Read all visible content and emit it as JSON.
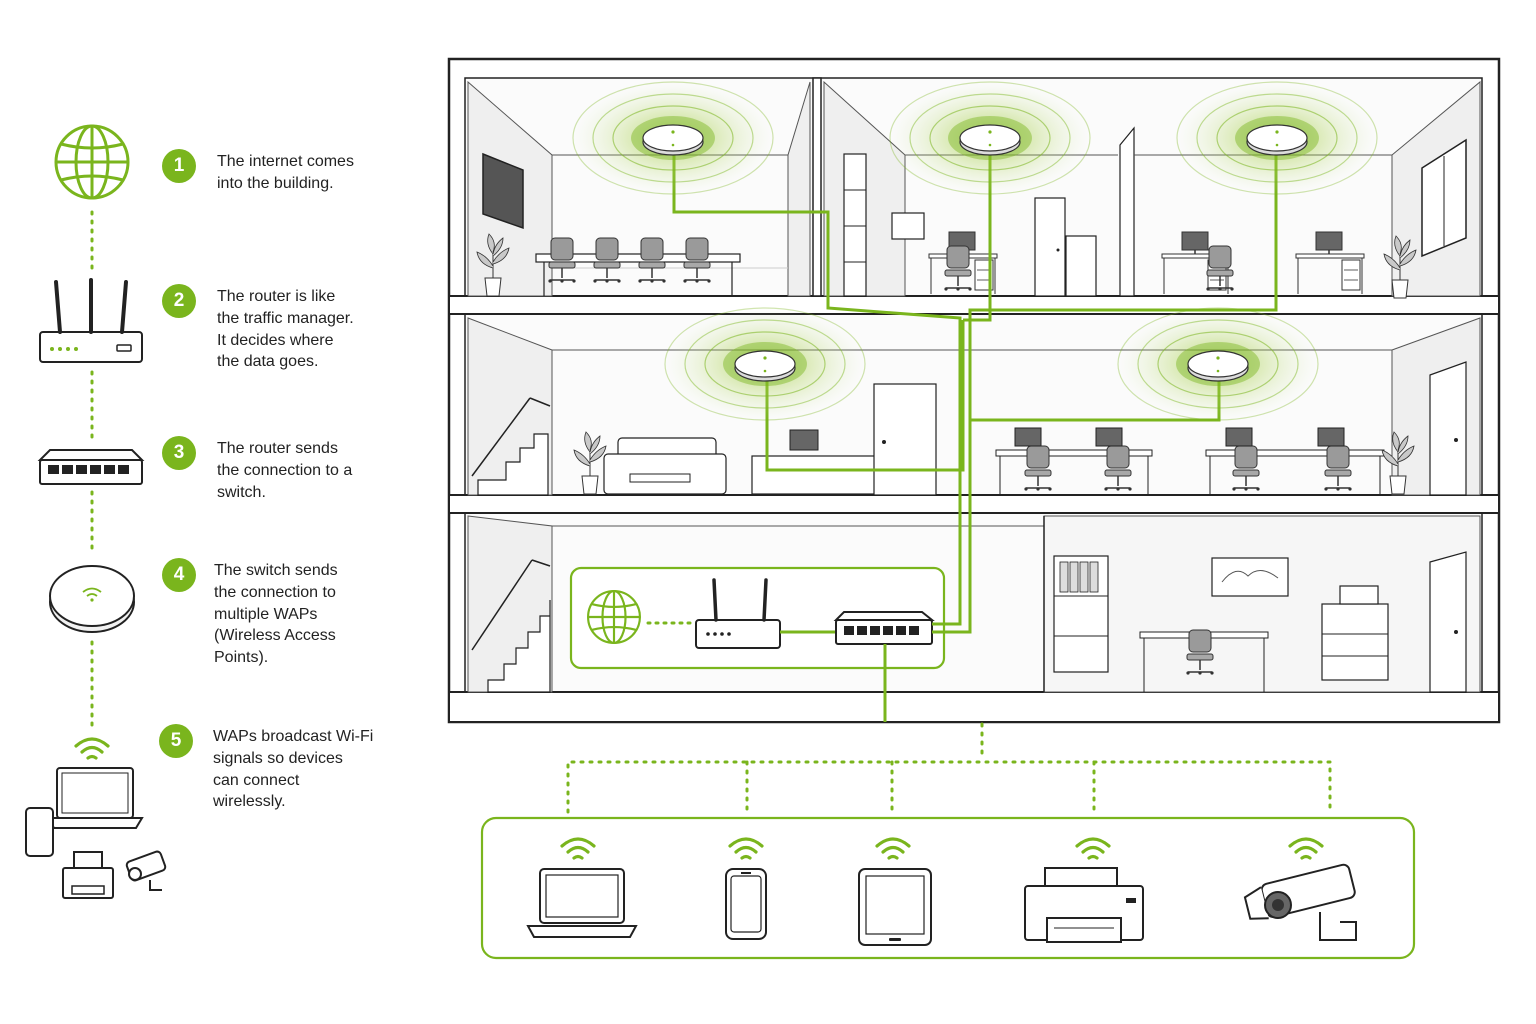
{
  "steps": [
    {
      "number": "1",
      "lines": [
        "The internet comes",
        "into the building."
      ]
    },
    {
      "number": "2",
      "lines": [
        "The router is like",
        "the traffic manager.",
        "It decides where",
        "the data goes."
      ]
    },
    {
      "number": "3",
      "lines": [
        "The router sends",
        "the connection to a",
        "switch."
      ]
    },
    {
      "number": "4",
      "lines": [
        "The switch sends",
        "the connection to",
        "multiple WAPs",
        "(Wireless Access",
        "Points)."
      ]
    },
    {
      "number": "5",
      "lines": [
        "WAPs broadcast Wi-Fi",
        "signals so devices",
        "can connect",
        "wirelessly."
      ]
    }
  ],
  "legend_icons": [
    "globe-icon",
    "router-icon",
    "switch-icon",
    "wap-icon",
    "devices-icon"
  ],
  "floors": [
    {
      "name": "top-floor",
      "rooms": [
        "conference-room",
        "office",
        "office"
      ],
      "waps": 3
    },
    {
      "name": "middle-floor",
      "rooms": [
        "lounge-reception",
        "open-office"
      ],
      "waps": 2
    },
    {
      "name": "ground-floor",
      "rooms": [
        "network-room",
        "office-storage"
      ],
      "waps": 0
    }
  ],
  "devices": [
    "laptop-icon",
    "smartphone-icon",
    "tablet-icon",
    "printer-icon",
    "security-camera-icon"
  ],
  "colors": {
    "accent": "#7ab51d",
    "accent_light": "#cfe5a8",
    "line": "#2b2b2b",
    "wall": "#f4f4f4",
    "floor_slab": "#ffffff"
  }
}
